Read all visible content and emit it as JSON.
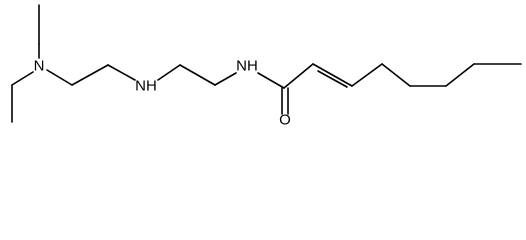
{
  "molecule": {
    "atoms": {
      "amine_n": "N",
      "secondary_amine": "NH",
      "amide_nh": "NH",
      "carbonyl_o": "O"
    },
    "colors": {
      "bond": "#000000",
      "text": "#000000",
      "background": "#ffffff"
    }
  }
}
